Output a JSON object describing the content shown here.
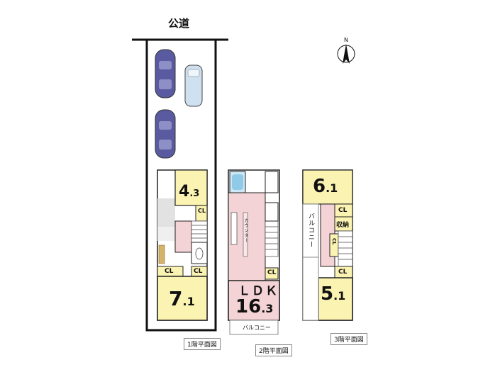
{
  "road_label": "公道",
  "compass": {
    "label": "N",
    "icon": "north-arrow-icon"
  },
  "floors": [
    {
      "caption": "1階平面図",
      "rooms": [
        {
          "name": "4.3",
          "big": "4",
          "small": ".3"
        },
        {
          "name": "7.1",
          "big": "7",
          "small": ".1"
        }
      ],
      "closets": [
        "CL",
        "CL",
        "CL"
      ]
    },
    {
      "caption": "2階平面図",
      "ldk": "ＬＤＫ",
      "rooms": [
        {
          "big": "16",
          "small": ".3"
        }
      ],
      "closets": [
        "CL"
      ],
      "balcony": "バルコニー",
      "counter": "カウンター"
    },
    {
      "caption": "3階平面図",
      "rooms": [
        {
          "big": "6",
          "small": ".1"
        },
        {
          "big": "5",
          "small": ".1"
        }
      ],
      "closets": [
        "CL",
        "CL",
        "CL"
      ],
      "storage": "収納",
      "balcony": "バルコニー"
    }
  ],
  "colors": {
    "room_yellow": "#fbf3b2",
    "pink": "#f4d3d6",
    "car_purple": "#5a5aa0",
    "car_light": "#cfe0f0",
    "wall": "#222222",
    "grey_hatch": "#d8d8d8"
  }
}
